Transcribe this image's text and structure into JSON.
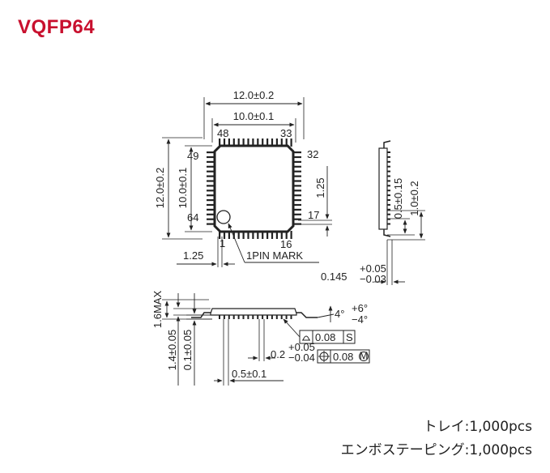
{
  "title": "VQFP64",
  "top_view": {
    "dim_outer_width": "12.0±0.2",
    "dim_body_width": "10.0±0.1",
    "dim_outer_height": "12.0±0.2",
    "dim_body_height": "10.0±0.1",
    "pin_48": "48",
    "pin_33": "33",
    "pin_49": "49",
    "pin_32": "32",
    "pin_64": "64",
    "pin_17": "17",
    "pin_1": "1",
    "pin_16": "16",
    "pitch_right": "1.25",
    "pitch_bottom": "1.25",
    "pin_mark": "1PIN MARK"
  },
  "side_view_right": {
    "dim_lead_length": "0.5±0.15",
    "dim_lead_width": "1.0±0.2",
    "dim_thickness_main": "0.145",
    "dim_thickness_plus": "+0.05",
    "dim_thickness_minus": "−0.03"
  },
  "side_view_bottom": {
    "dim_max_height": "1.6MAX",
    "dim_body_height": "1.4±0.05",
    "dim_standoff": "0.1±0.05",
    "angle_main": "4°",
    "angle_plus": "+6°",
    "angle_minus": "−4°",
    "flatness_value": "0.08",
    "flatness_datum": "S",
    "lead_width_main": "0.2",
    "lead_width_plus": "+0.05",
    "lead_width_minus": "−0.04",
    "position_value": "0.08",
    "position_modifier": "M",
    "pitch": "0.5±0.1"
  },
  "packaging": {
    "tray": "トレイ:1,000pcs",
    "tape": "エンボステーピング:1,000pcs"
  }
}
